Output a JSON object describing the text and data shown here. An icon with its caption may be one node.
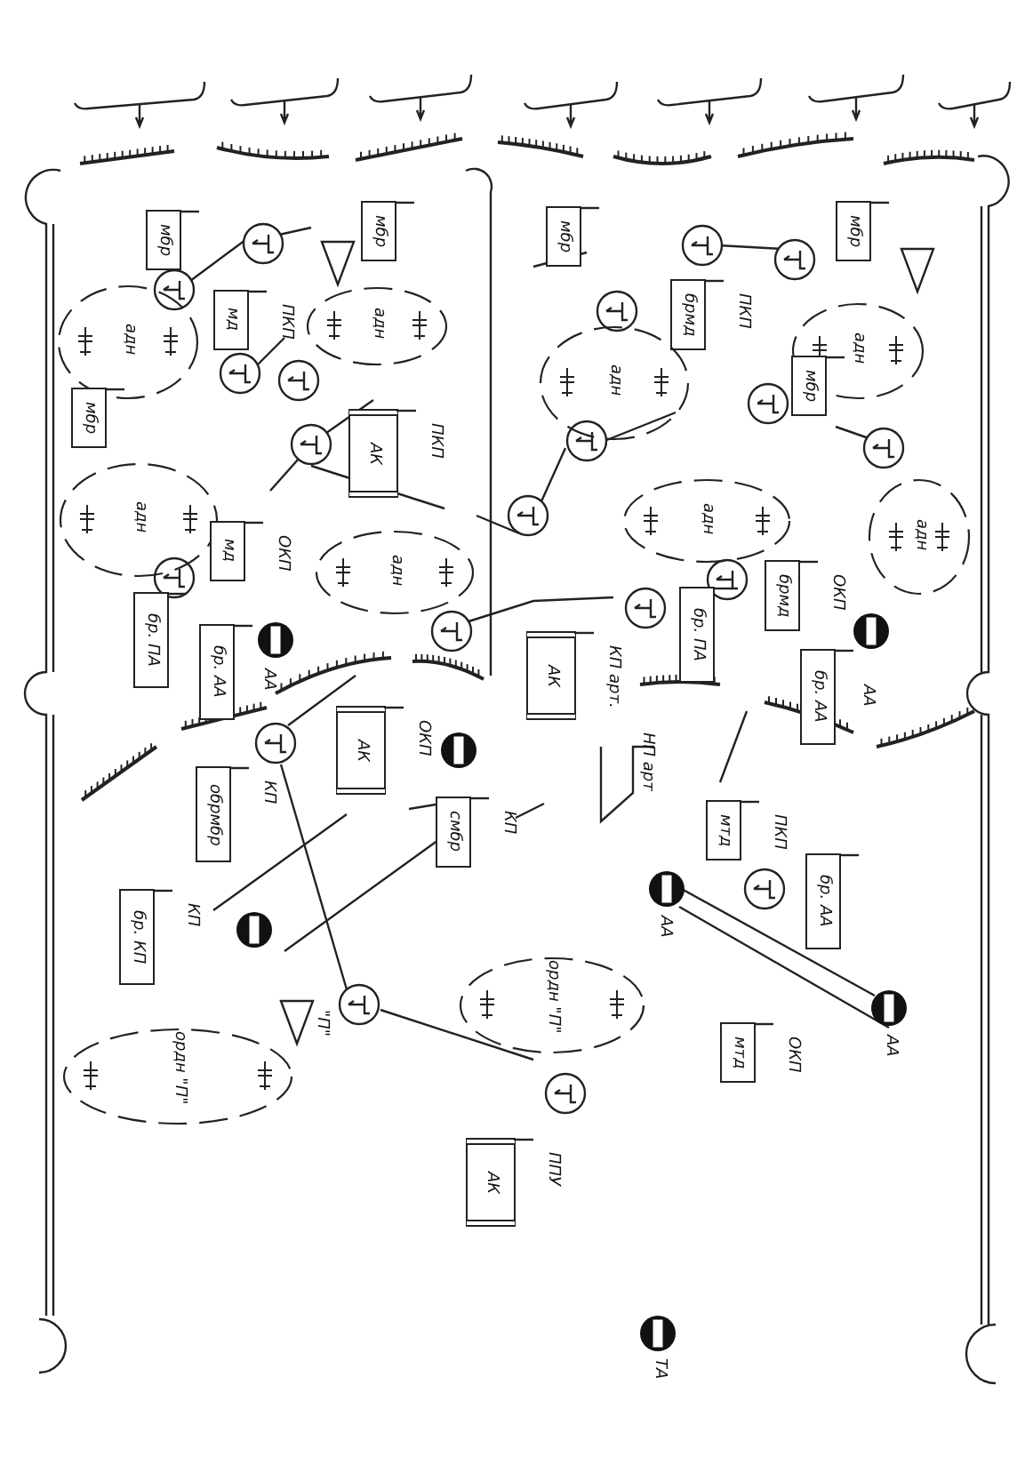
{
  "diagram": {
    "nodes": [
      {
        "text": [
          "мбр"
        ]
      },
      {
        "text": [
          "мбр"
        ]
      },
      {
        "text": [
          "мбр"
        ]
      },
      {
        "text": [
          "мбр"
        ]
      },
      {
        "text": [
          "мд"
        ],
        "beside": [
          "ПКП"
        ]
      },
      {
        "text": [
          "адн"
        ]
      },
      {
        "text": [
          "адн"
        ]
      },
      {
        "text": [
          "брмд"
        ],
        "beside": [
          "ПКП"
        ]
      },
      {
        "text": [
          "адн"
        ]
      },
      {
        "text": [
          "адн"
        ]
      },
      {
        "text": [
          "мбр"
        ]
      },
      {
        "text": [
          "мбр"
        ]
      },
      {
        "text": [
          "АК"
        ],
        "beside": [
          "ПКП"
        ]
      },
      {
        "text": [
          "адн"
        ]
      },
      {
        "text": [
          "мд"
        ],
        "beside": [
          "ОКП"
        ]
      },
      {
        "text": [
          "адн"
        ]
      },
      {
        "text": [
          "адн"
        ]
      },
      {
        "text": [
          "адн"
        ]
      },
      {
        "text": [
          "брмд"
        ],
        "beside": [
          "ОКП"
        ]
      },
      {
        "text": [
          "бр. ПА"
        ]
      },
      {
        "text": [
          "бр. ПА"
        ]
      },
      {
        "text": [
          "бр. АА"
        ]
      },
      {
        "text": [
          "бр. АА"
        ]
      },
      {
        "text": [
          "АК"
        ],
        "beside": [
          "КП арт."
        ]
      },
      {
        "text": [
          "АК"
        ],
        "beside": [
          "ОКП"
        ]
      },
      {
        "text": [
          "обрмбр"
        ],
        "beside": [
          "КП"
        ]
      },
      {
        "text": [
          "смбр"
        ],
        "beside": [
          "КП"
        ]
      },
      {
        "text": [
          "мтд"
        ],
        "beside": [
          "ПКП"
        ]
      },
      {
        "text": [
          "бр. АА"
        ]
      },
      {
        "text": [
          "бр. КП"
        ],
        "beside": [
          "КП"
        ]
      },
      {
        "text": [
          "ордн \"П\""
        ]
      },
      {
        "text": [
          "ордн \"П\""
        ]
      },
      {
        "text": [
          "мтд"
        ],
        "beside": [
          "ОКП"
        ]
      },
      {
        "text": [
          "АК"
        ],
        "beside": [
          "ППУ"
        ]
      }
    ],
    "labels": [
      "АА",
      "АА",
      "НП арт",
      "\"П\"",
      "АА",
      "АА",
      "ТА"
    ]
  }
}
